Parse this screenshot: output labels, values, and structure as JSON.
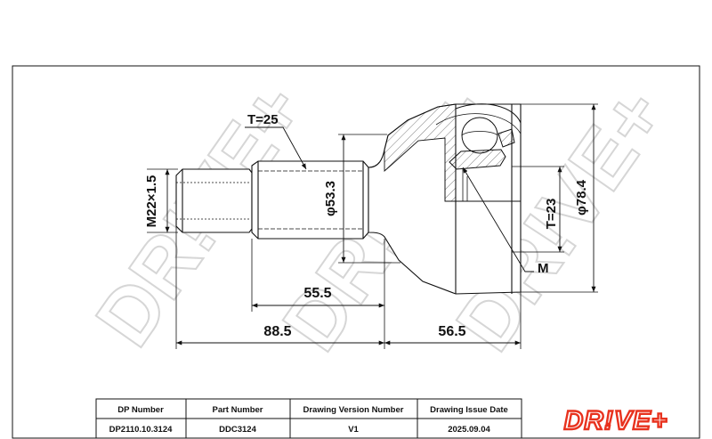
{
  "watermark": "DR!VE+",
  "logo": "DR!VE+",
  "dimensions": {
    "thread": "M22×1.5",
    "spline_teeth": "T=25",
    "shaft_diameter": "φ53.3",
    "length_55": "55.5",
    "length_88": "88.5",
    "length_56": "56.5",
    "inner_teeth": "T=23",
    "outer_diameter": "φ78.4",
    "m_label": "M"
  },
  "title_block": {
    "headers": [
      "DP Number",
      "Part Number",
      "Drawing Version Number",
      "Drawing Issue Date"
    ],
    "values": [
      "DP2110.10.3124",
      "DDC3124",
      "V1",
      "2025.09.04"
    ]
  },
  "colors": {
    "line": "#111111",
    "watermark": "#d6d6d6",
    "logo": "#e8321e"
  }
}
